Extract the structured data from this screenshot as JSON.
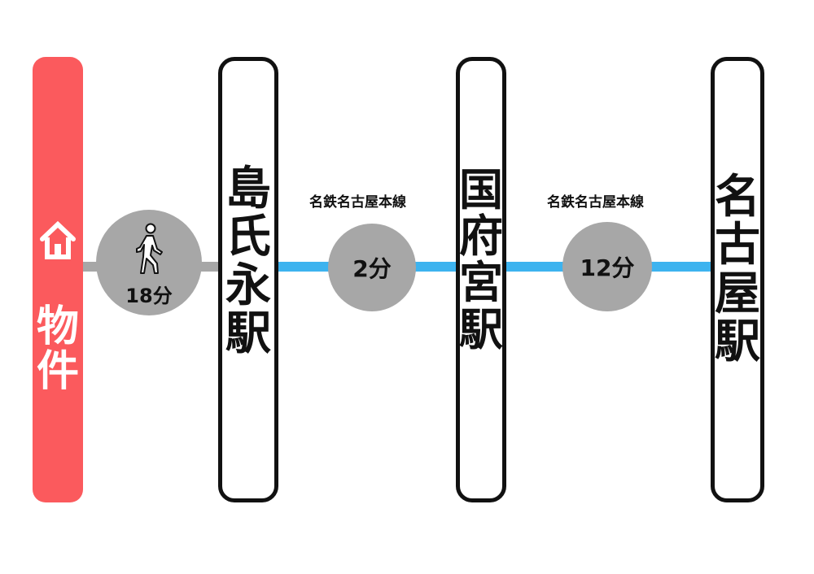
{
  "property": {
    "chars": [
      "物",
      "件"
    ],
    "icon": "home-icon"
  },
  "stations": [
    {
      "chars": [
        "島",
        "氏",
        "永",
        "駅"
      ]
    },
    {
      "chars": [
        "国",
        "府",
        "宮",
        "駅"
      ]
    },
    {
      "chars": [
        "名",
        "古",
        "屋",
        "駅"
      ]
    }
  ],
  "walk": {
    "time": "18分",
    "icon": "walking-person-icon"
  },
  "segments": [
    {
      "line_name": "名鉄名古屋本線",
      "time": "2分"
    },
    {
      "line_name": "名鉄名古屋本線",
      "time": "12分"
    }
  ],
  "colors": {
    "property": "#fb5a5d",
    "walk_line": "#a7a7a7",
    "rail_line": "#3db3ef",
    "station_border": "#111111"
  }
}
